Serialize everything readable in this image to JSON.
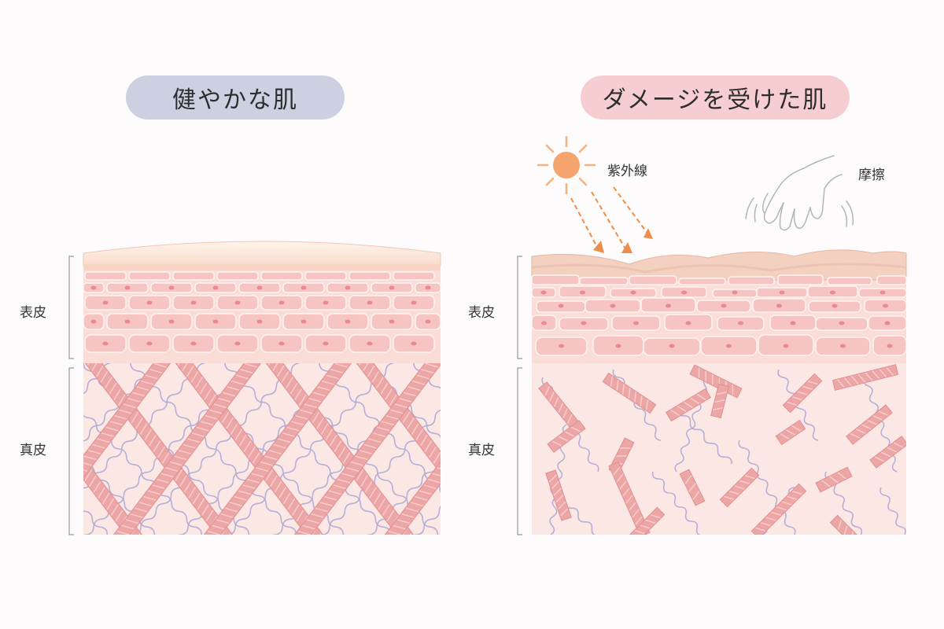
{
  "titles": {
    "healthy": "健やかな肌",
    "damaged": "ダメージを受けた肌"
  },
  "layers": {
    "epidermis": "表皮",
    "dermis": "真皮"
  },
  "causes": {
    "uv": "紫外線",
    "friction": "摩擦"
  },
  "colors": {
    "healthy_title_bg": "#cdd0e1",
    "damaged_title_bg": "#f6cdd1",
    "sun": "#f6a66a",
    "uv_arrow": "#ee8e4c",
    "collagen": "#eda6a6",
    "elastin": "#a9a6d6",
    "cell": "#f7c4c4",
    "nucleus": "#e88a90"
  },
  "icons": [
    "sun-icon",
    "uv-arrow-icon",
    "hand-icon"
  ]
}
